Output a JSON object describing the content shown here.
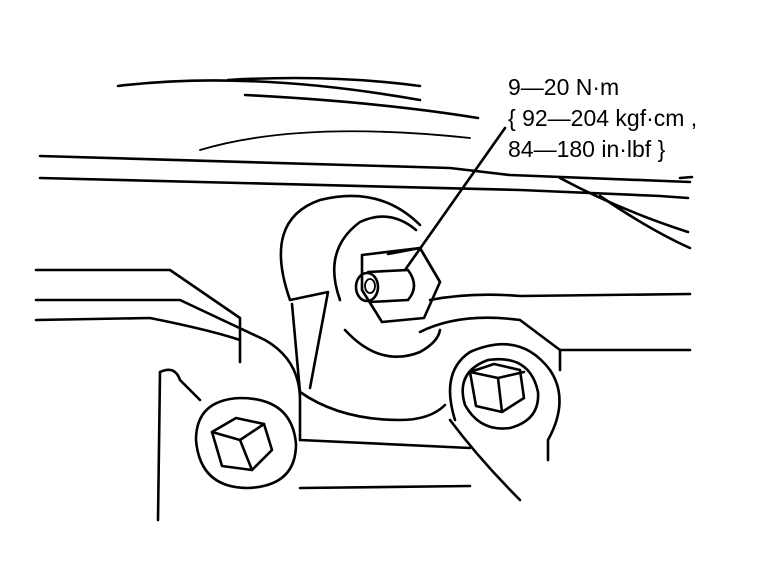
{
  "callout": {
    "torque_nm": "9—20 N·m",
    "torque_kgfcm": "{ 92—204 kgf·cm ,",
    "torque_inlbf": "84—180 in·lbf }"
  }
}
